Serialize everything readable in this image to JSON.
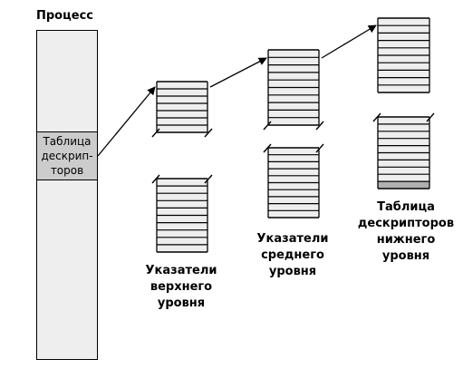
{
  "process": {
    "title": "Процесс",
    "descriptor_label": [
      "Таблица",
      "дескрип-",
      "торов"
    ]
  },
  "captions": {
    "top_level": [
      "Указатели",
      "верхнего",
      "уровня"
    ],
    "mid_level": [
      "Указатели",
      "среднего",
      "уровня"
    ],
    "low_level": [
      "Таблица",
      "дескрипторов",
      "нижнего",
      "уровня"
    ]
  },
  "colors": {
    "process_fill": "#eeeeee",
    "descriptor_fill": "#cccccc",
    "table_row_fill": "#eeeeee",
    "highlight_row_fill": "#b0b0b0",
    "stroke": "#000000"
  }
}
